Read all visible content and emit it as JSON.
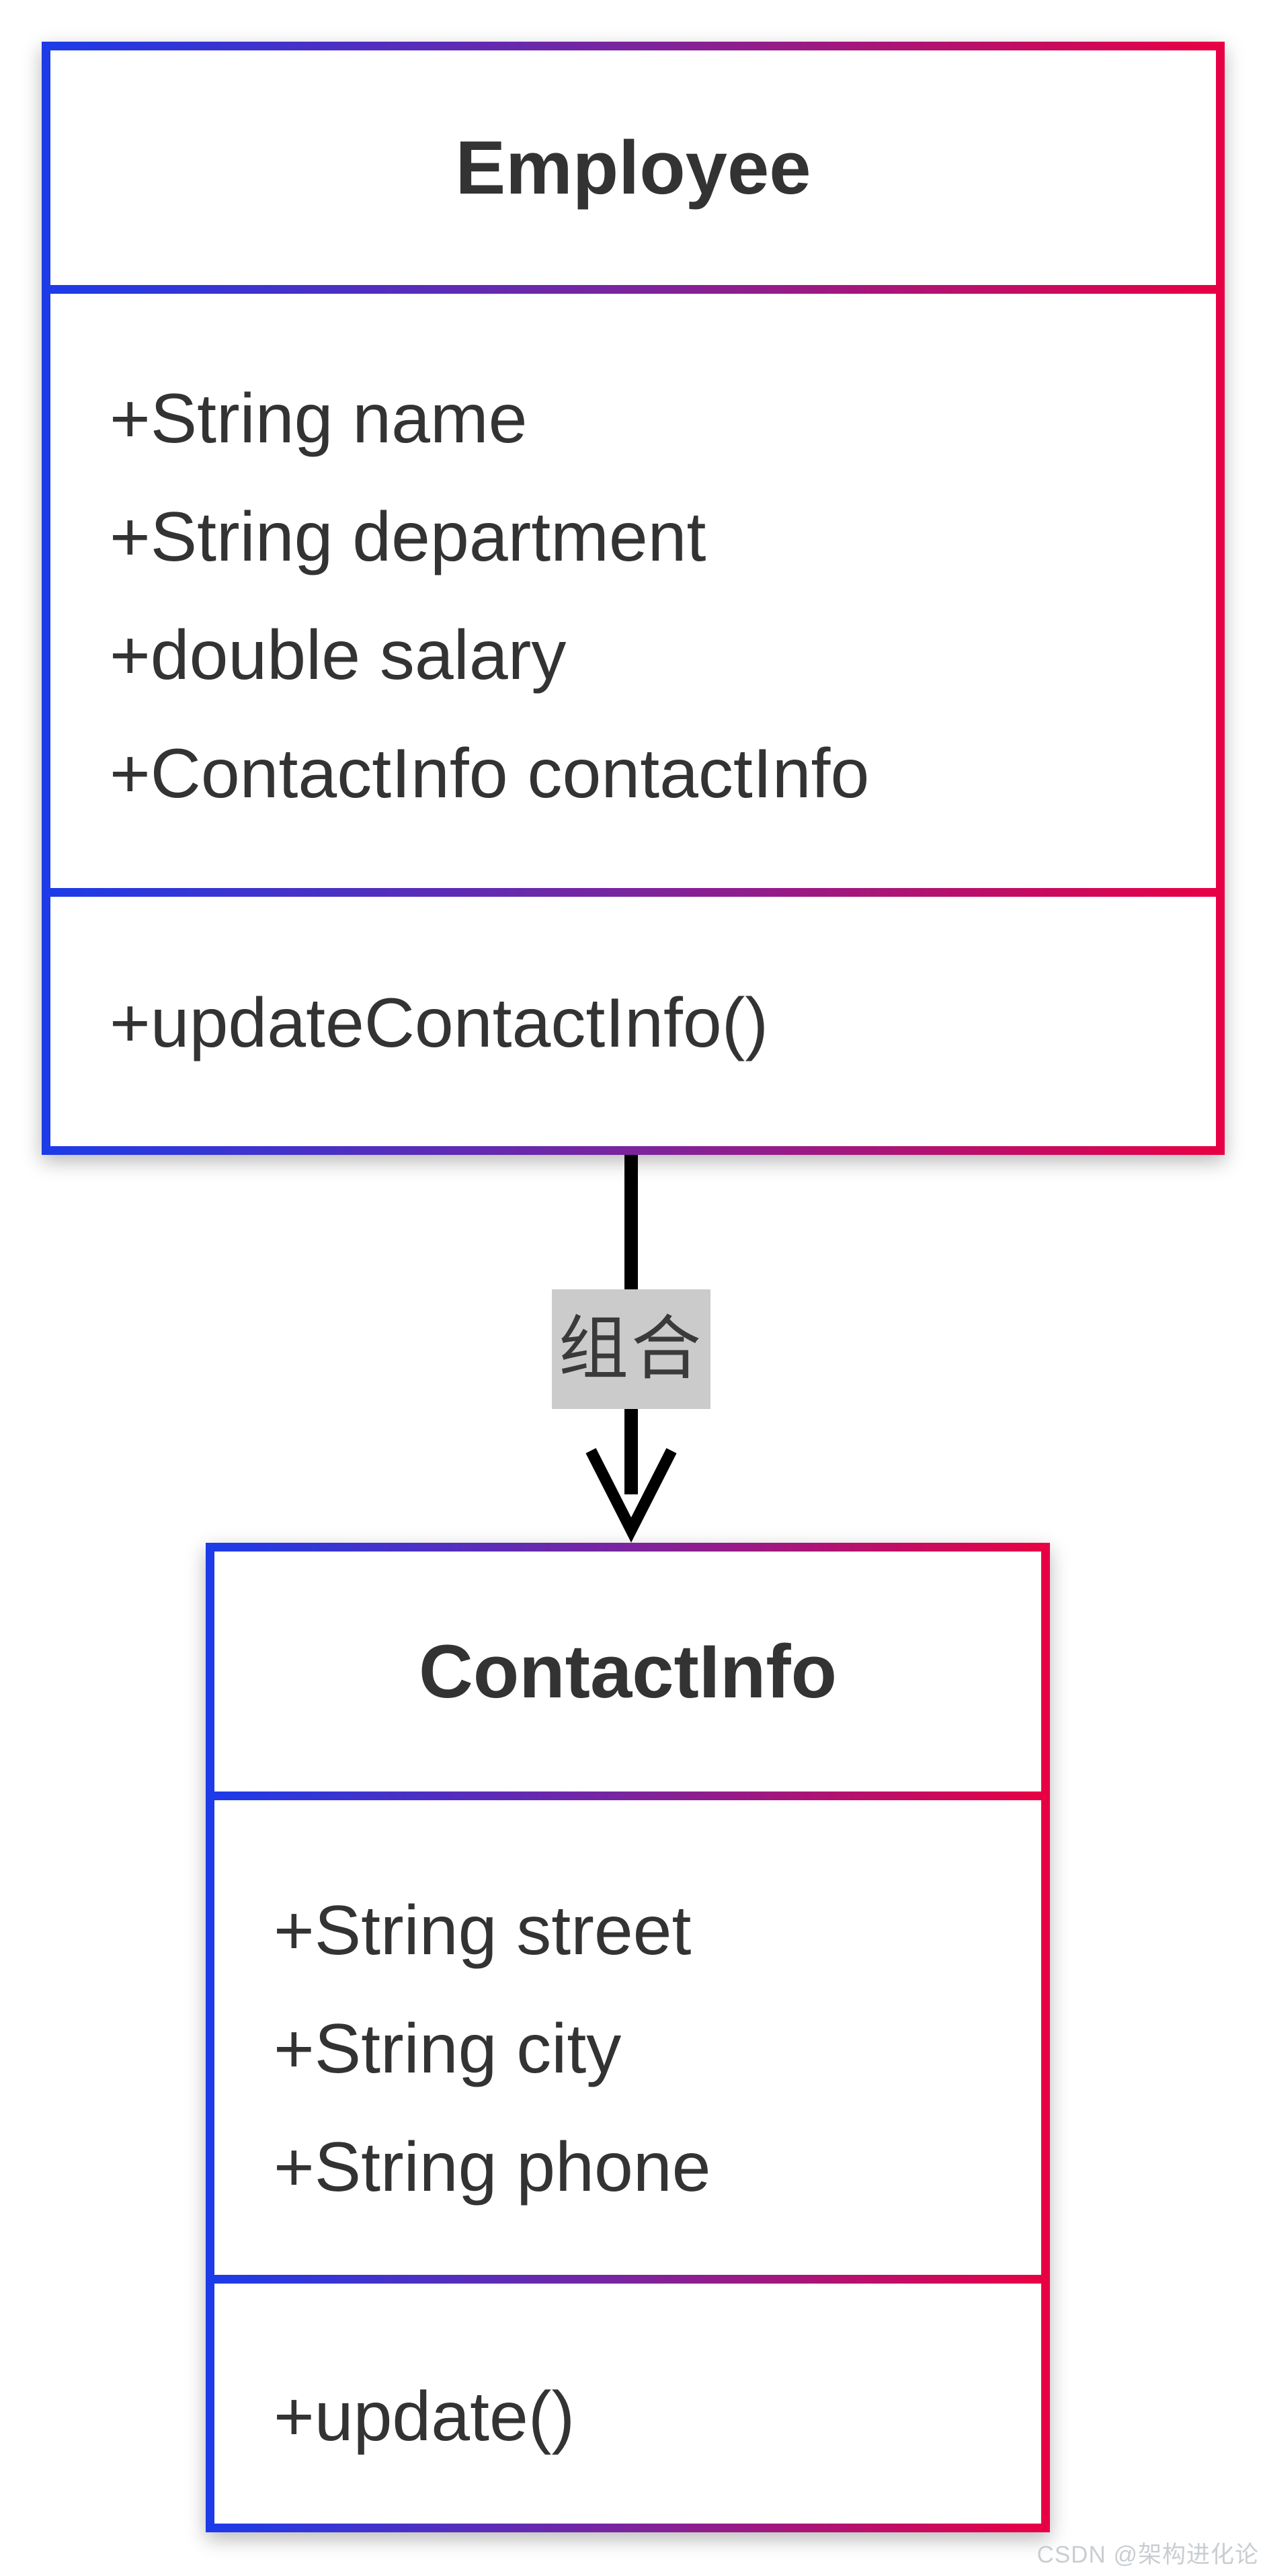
{
  "diagram": {
    "type": "uml-class-diagram",
    "classes": [
      {
        "name": "Employee",
        "attributes": [
          "+String name",
          "+String department",
          "+double salary",
          "+ContactInfo contactInfo"
        ],
        "methods": [
          "+updateContactInfo()"
        ]
      },
      {
        "name": "ContactInfo",
        "attributes": [
          "+String street",
          "+String city",
          "+String phone"
        ],
        "methods": [
          "+update()"
        ]
      }
    ],
    "relationship": {
      "from": "Employee",
      "to": "ContactInfo",
      "label": "组合",
      "arrow_direction": "down"
    },
    "colors": {
      "border_gradient_start": "#1d3be8",
      "border_gradient_mid": "#7b249e",
      "border_gradient_end": "#e80045",
      "text": "#333333",
      "relationship_label_bg": "#cbcbcb",
      "arrow": "#000000",
      "watermark_text_color": "#c9ced2",
      "background": "#ffffff"
    }
  },
  "watermark": {
    "text": "CSDN @架构进化论"
  }
}
